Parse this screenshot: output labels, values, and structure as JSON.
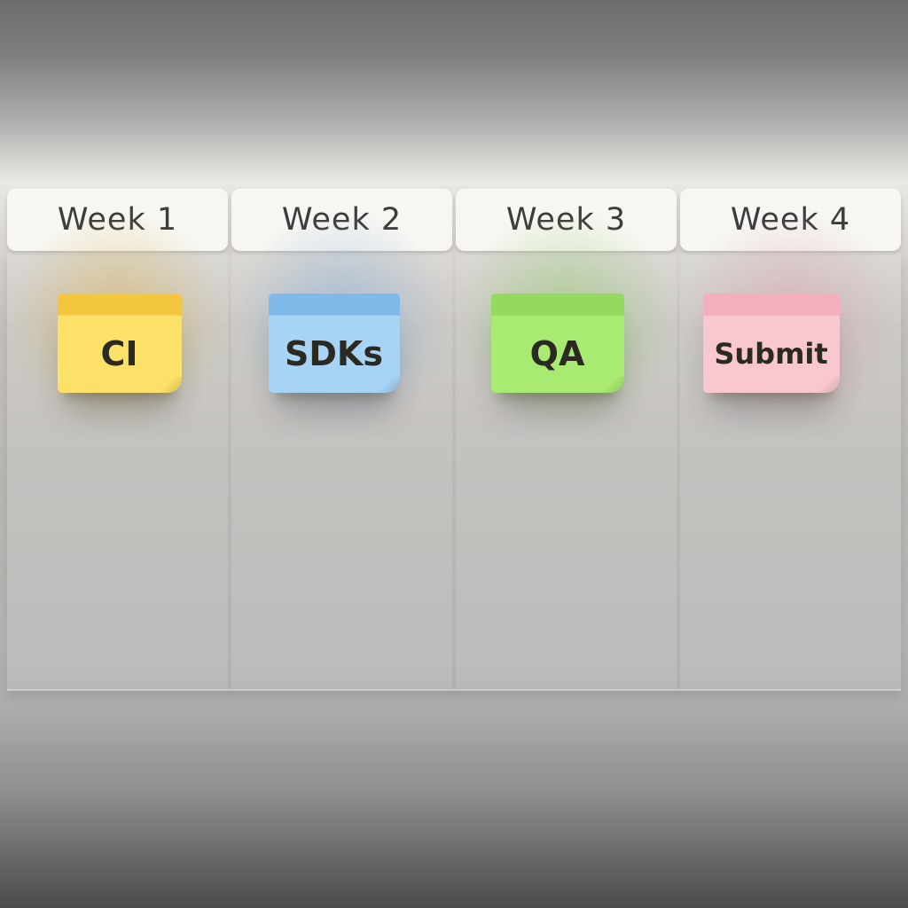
{
  "board": {
    "header_text_color": "#3c3c3a",
    "note_text_color": "#2a2a23",
    "columns": [
      {
        "header": "Week 1",
        "note": {
          "label": "CI",
          "body_color": "#fbe168",
          "strip_color": "#f4c53f",
          "glow_color": "#d9b557"
        }
      },
      {
        "header": "Week 2",
        "note": {
          "label": "SDKs",
          "body_color": "#a7d3f4",
          "strip_color": "#7fbaeb",
          "glow_color": "#86add9"
        }
      },
      {
        "header": "Week 3",
        "note": {
          "label": "QA",
          "body_color": "#a9ea72",
          "strip_color": "#95da5e",
          "glow_color": "#90ca6a"
        }
      },
      {
        "header": "Week 4",
        "note": {
          "label": "Submit",
          "body_color": "#f9c7cf",
          "strip_color": "#f5aebc",
          "glow_color": "#d9a2ae"
        }
      }
    ]
  }
}
